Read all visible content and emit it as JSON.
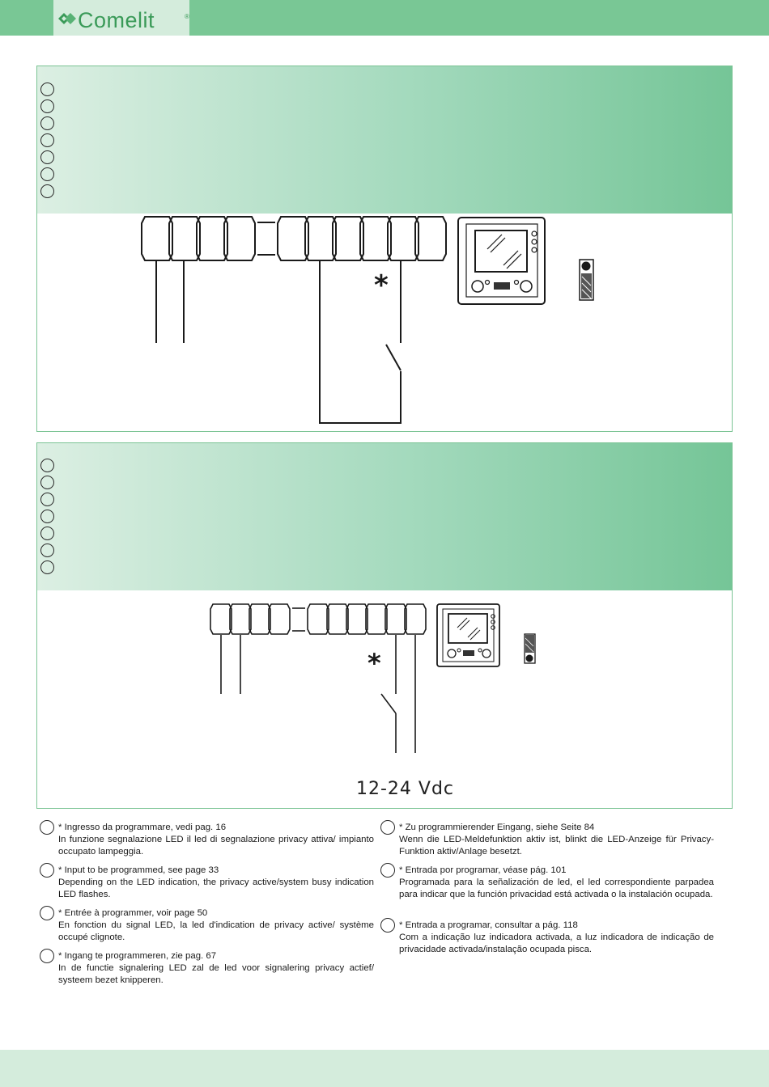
{
  "header": {
    "brand": "Comelit",
    "reg": "®"
  },
  "brand_colors": {
    "primary": "#79c795",
    "light": "#d4ecdc",
    "logo": "#3a9a58"
  },
  "diagram2": {
    "supply_label": "12-24 Vdc"
  },
  "notes": [
    {
      "title": "* Ingresso da programmare, vedi pag. 16",
      "body": "In funzione segnalazione LED il led di segnalazione privacy attiva/ impianto occupato lampeggia."
    },
    {
      "title": "* Input to be programmed, see page 33",
      "body": "Depending on the LED indication, the privacy active/system busy indication LED flashes."
    },
    {
      "title": "* Entrée à programmer, voir page 50",
      "body": "En fonction du signal LED, la led d'indication de privacy active/ système occupé clignote."
    },
    {
      "title": "* Ingang te programmeren, zie pag. 67",
      "body": "In de functie signalering LED zal de led voor signalering privacy actief/ systeem bezet knipperen."
    },
    {
      "title": "* Zu programmierender Eingang, siehe Seite 84",
      "body": "Wenn die LED-Meldefunktion aktiv ist, blinkt die LED-Anzeige für Privacy-Funktion aktiv/Anlage besetzt."
    },
    {
      "title": "* Entrada por programar, véase pág. 101",
      "body": "Programada para la señalización de led, el led correspondiente parpadea para indicar que la función privacidad está activada o la instalación ocupada."
    },
    {
      "title": "* Entrada a programar, consultar a pág. 118",
      "body": "Com a indicação luz indicadora activada, a luz indicadora de indicação de privacidade activada/instalação ocupada pisca."
    }
  ]
}
